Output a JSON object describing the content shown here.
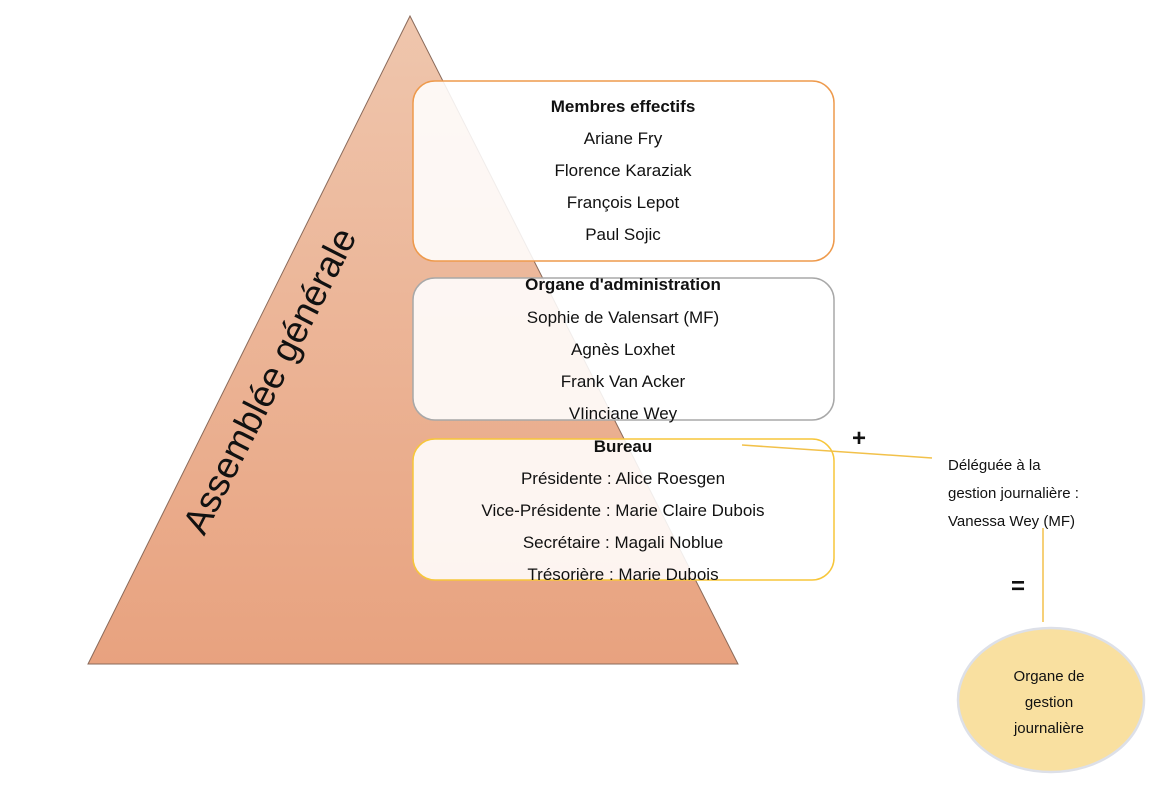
{
  "pyramid": {
    "label": "Assemblée générale"
  },
  "boxes": [
    {
      "title": "Membres effectifs",
      "items": [
        "Ariane Fry",
        "Florence Karaziak",
        "François Lepot",
        "Paul Sojic"
      ]
    },
    {
      "title": "Organe d'administration",
      "items": [
        "Sophie de Valensart (MF)",
        "Agnès Loxhet",
        "Frank Van Acker",
        "VIinciane Wey"
      ]
    },
    {
      "title": "Bureau",
      "items": [
        "Présidente : Alice Roesgen",
        "Vice-Présidente : Marie Claire Dubois",
        "Secrétaire : Magali Noblue",
        "Trésorière : Marie Dubois"
      ]
    }
  ],
  "plus_symbol": "+",
  "delegate": {
    "lines": [
      "Déléguée à la",
      "gestion journalière :",
      "Vanessa Wey (MF)"
    ]
  },
  "equals_symbol": "=",
  "result": {
    "lines": [
      "Organe de",
      "gestion",
      "journalière"
    ]
  },
  "colors": {
    "pyramid_top": "#efc6ad",
    "pyramid_bottom": "#e8a27f",
    "box1_border": "#ee9a4c",
    "box2_border": "#a8a8a8",
    "box3_border": "#f7c63a",
    "connector": "#f2c14a",
    "circle_fill": "#f9e0a0",
    "circle_border": "#dde0e8"
  }
}
